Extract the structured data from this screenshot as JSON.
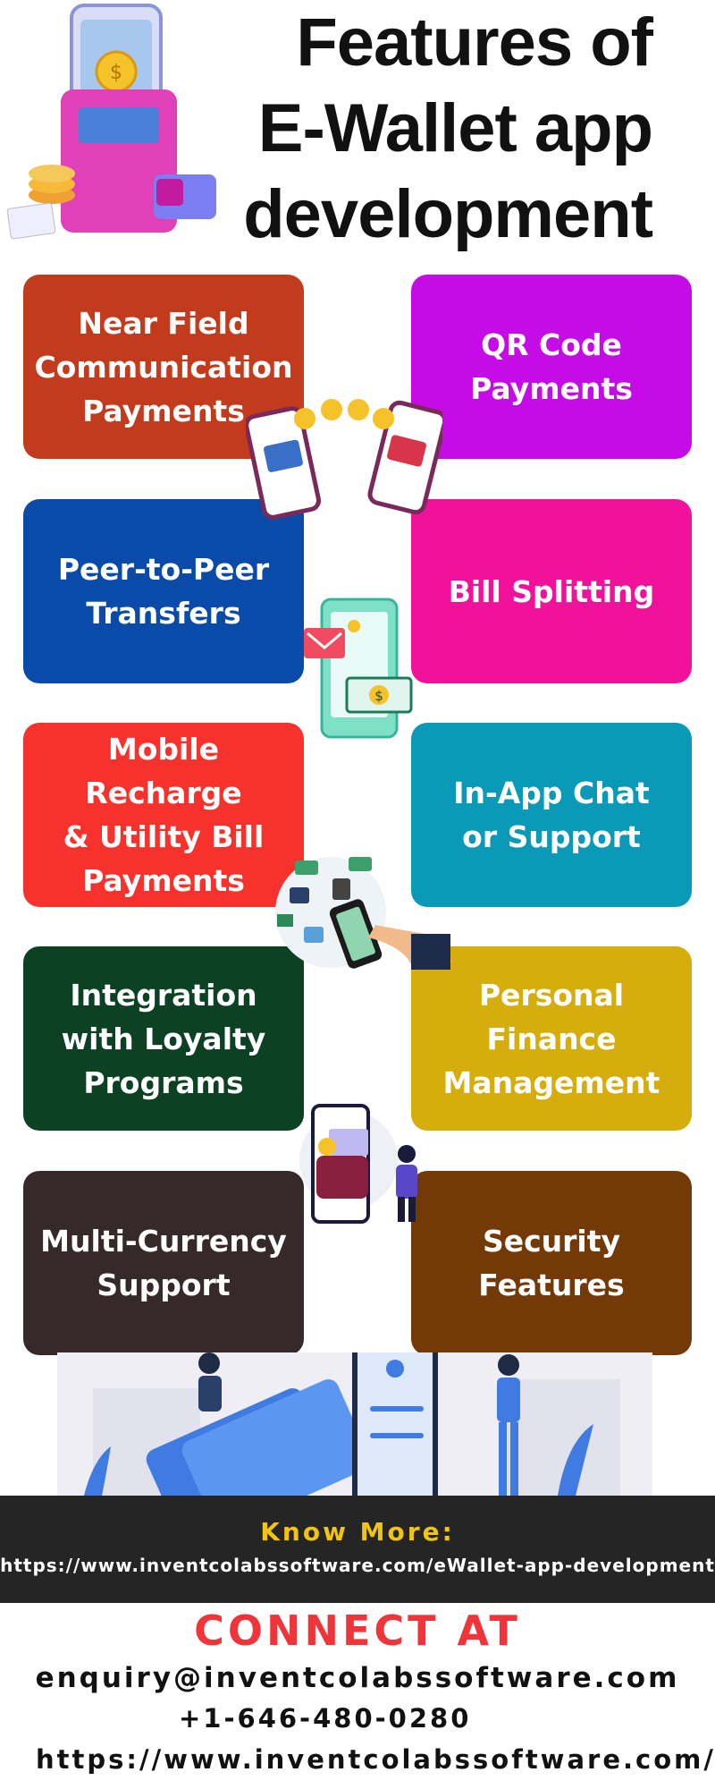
{
  "title": {
    "line1": "Features of",
    "line2": "E-Wallet app",
    "line3": "development"
  },
  "colors": {
    "nfc": "#c13b1c",
    "qr": "#c50ce6",
    "p2p": "#0a4aa8",
    "bill_split": "#f0129a",
    "recharge": "#f7322d",
    "chat": "#0a99b6",
    "loyalty": "#0c4223",
    "finance": "#d5ad0d",
    "currency": "#35292a",
    "security": "#733907",
    "banner": "#252525",
    "know_more": "#f2c40f",
    "connect": "#f0353a"
  },
  "features": {
    "nfc": "Near Field\nCommunication\nPayments",
    "qr": "QR Code\nPayments",
    "p2p": "Peer-to-Peer\nTransfers",
    "bill_split": "Bill Splitting",
    "recharge": "Mobile Recharge\n& Utility Bill\nPayments",
    "chat": "In-App Chat\nor Support",
    "loyalty": "Integration\nwith Loyalty\nPrograms",
    "finance": "Personal\nFinance\nManagement",
    "currency": "Multi-Currency\nSupport",
    "security": "Security\nFeatures"
  },
  "banner": {
    "label": "Know More:",
    "url": "https://www.inventcolabssoftware.com/eWallet-app-development"
  },
  "contact": {
    "heading": "CONNECT AT",
    "email": "enquiry@inventcolabssoftware.com",
    "phone": "+1-646-480-0280",
    "website": "https://www.inventcolabssoftware.com/"
  }
}
